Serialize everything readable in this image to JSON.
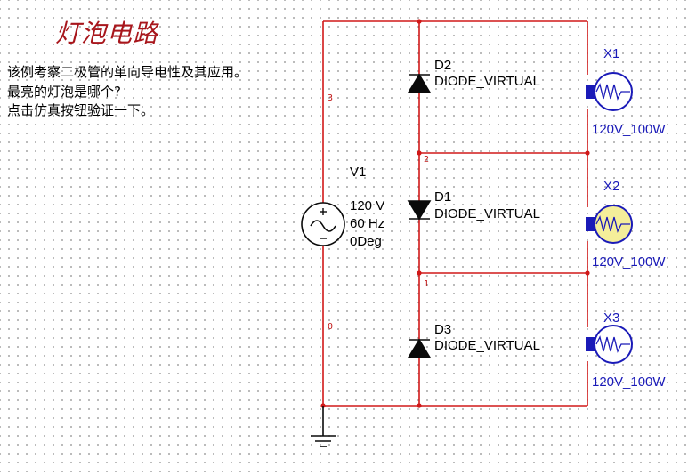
{
  "title": "灯泡电路",
  "description": [
    "该例考察二极管的单向导电性及其应用。",
    "最亮的灯泡是哪个?",
    "点击仿真按钮验证一下。"
  ],
  "source": {
    "ref": "V1",
    "voltage": "120 V",
    "frequency": "60 Hz",
    "phase": "0Deg"
  },
  "diodes": [
    {
      "ref": "D2",
      "model": "DIODE_VIRTUAL"
    },
    {
      "ref": "D1",
      "model": "DIODE_VIRTUAL"
    },
    {
      "ref": "D3",
      "model": "DIODE_VIRTUAL"
    }
  ],
  "lamps": [
    {
      "ref": "X1",
      "rating": "120V_100W",
      "state": "off"
    },
    {
      "ref": "X2",
      "rating": "120V_100W",
      "state": "lit"
    },
    {
      "ref": "X3",
      "rating": "120V_100W",
      "state": "off"
    }
  ],
  "nodes": [
    "3",
    "2",
    "1",
    "0"
  ],
  "colors": {
    "wire": "#d01818",
    "component": "#0a0a0a",
    "label": "#1a1ab8",
    "lamp_lit": "#f4ee9a",
    "lamp_base": "#1a1ab8"
  }
}
